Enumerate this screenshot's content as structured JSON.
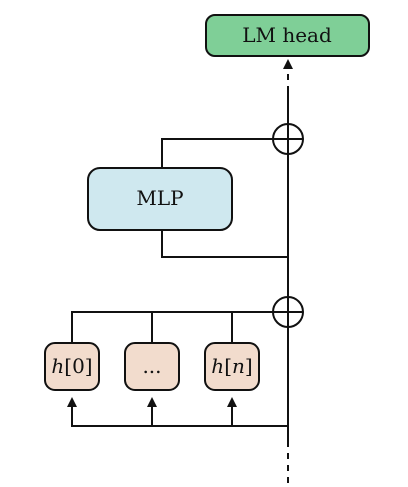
{
  "nodes": {
    "lm_head": {
      "label": "LM head",
      "color": "#7fcf97"
    },
    "mlp": {
      "label": "MLP",
      "color": "#cfe8ef"
    },
    "h0": {
      "label_var": "h",
      "label_idx": "[0]",
      "color": "#f2dccd"
    },
    "hdots": {
      "label": "...",
      "color": "#f2dccd"
    },
    "hn": {
      "label_var": "h",
      "label_bracket_open": "[",
      "label_idx": "n",
      "label_bracket_close": "]",
      "color": "#f2dccd"
    }
  },
  "colors": {
    "stroke": "#111111",
    "background": "#ffffff"
  }
}
